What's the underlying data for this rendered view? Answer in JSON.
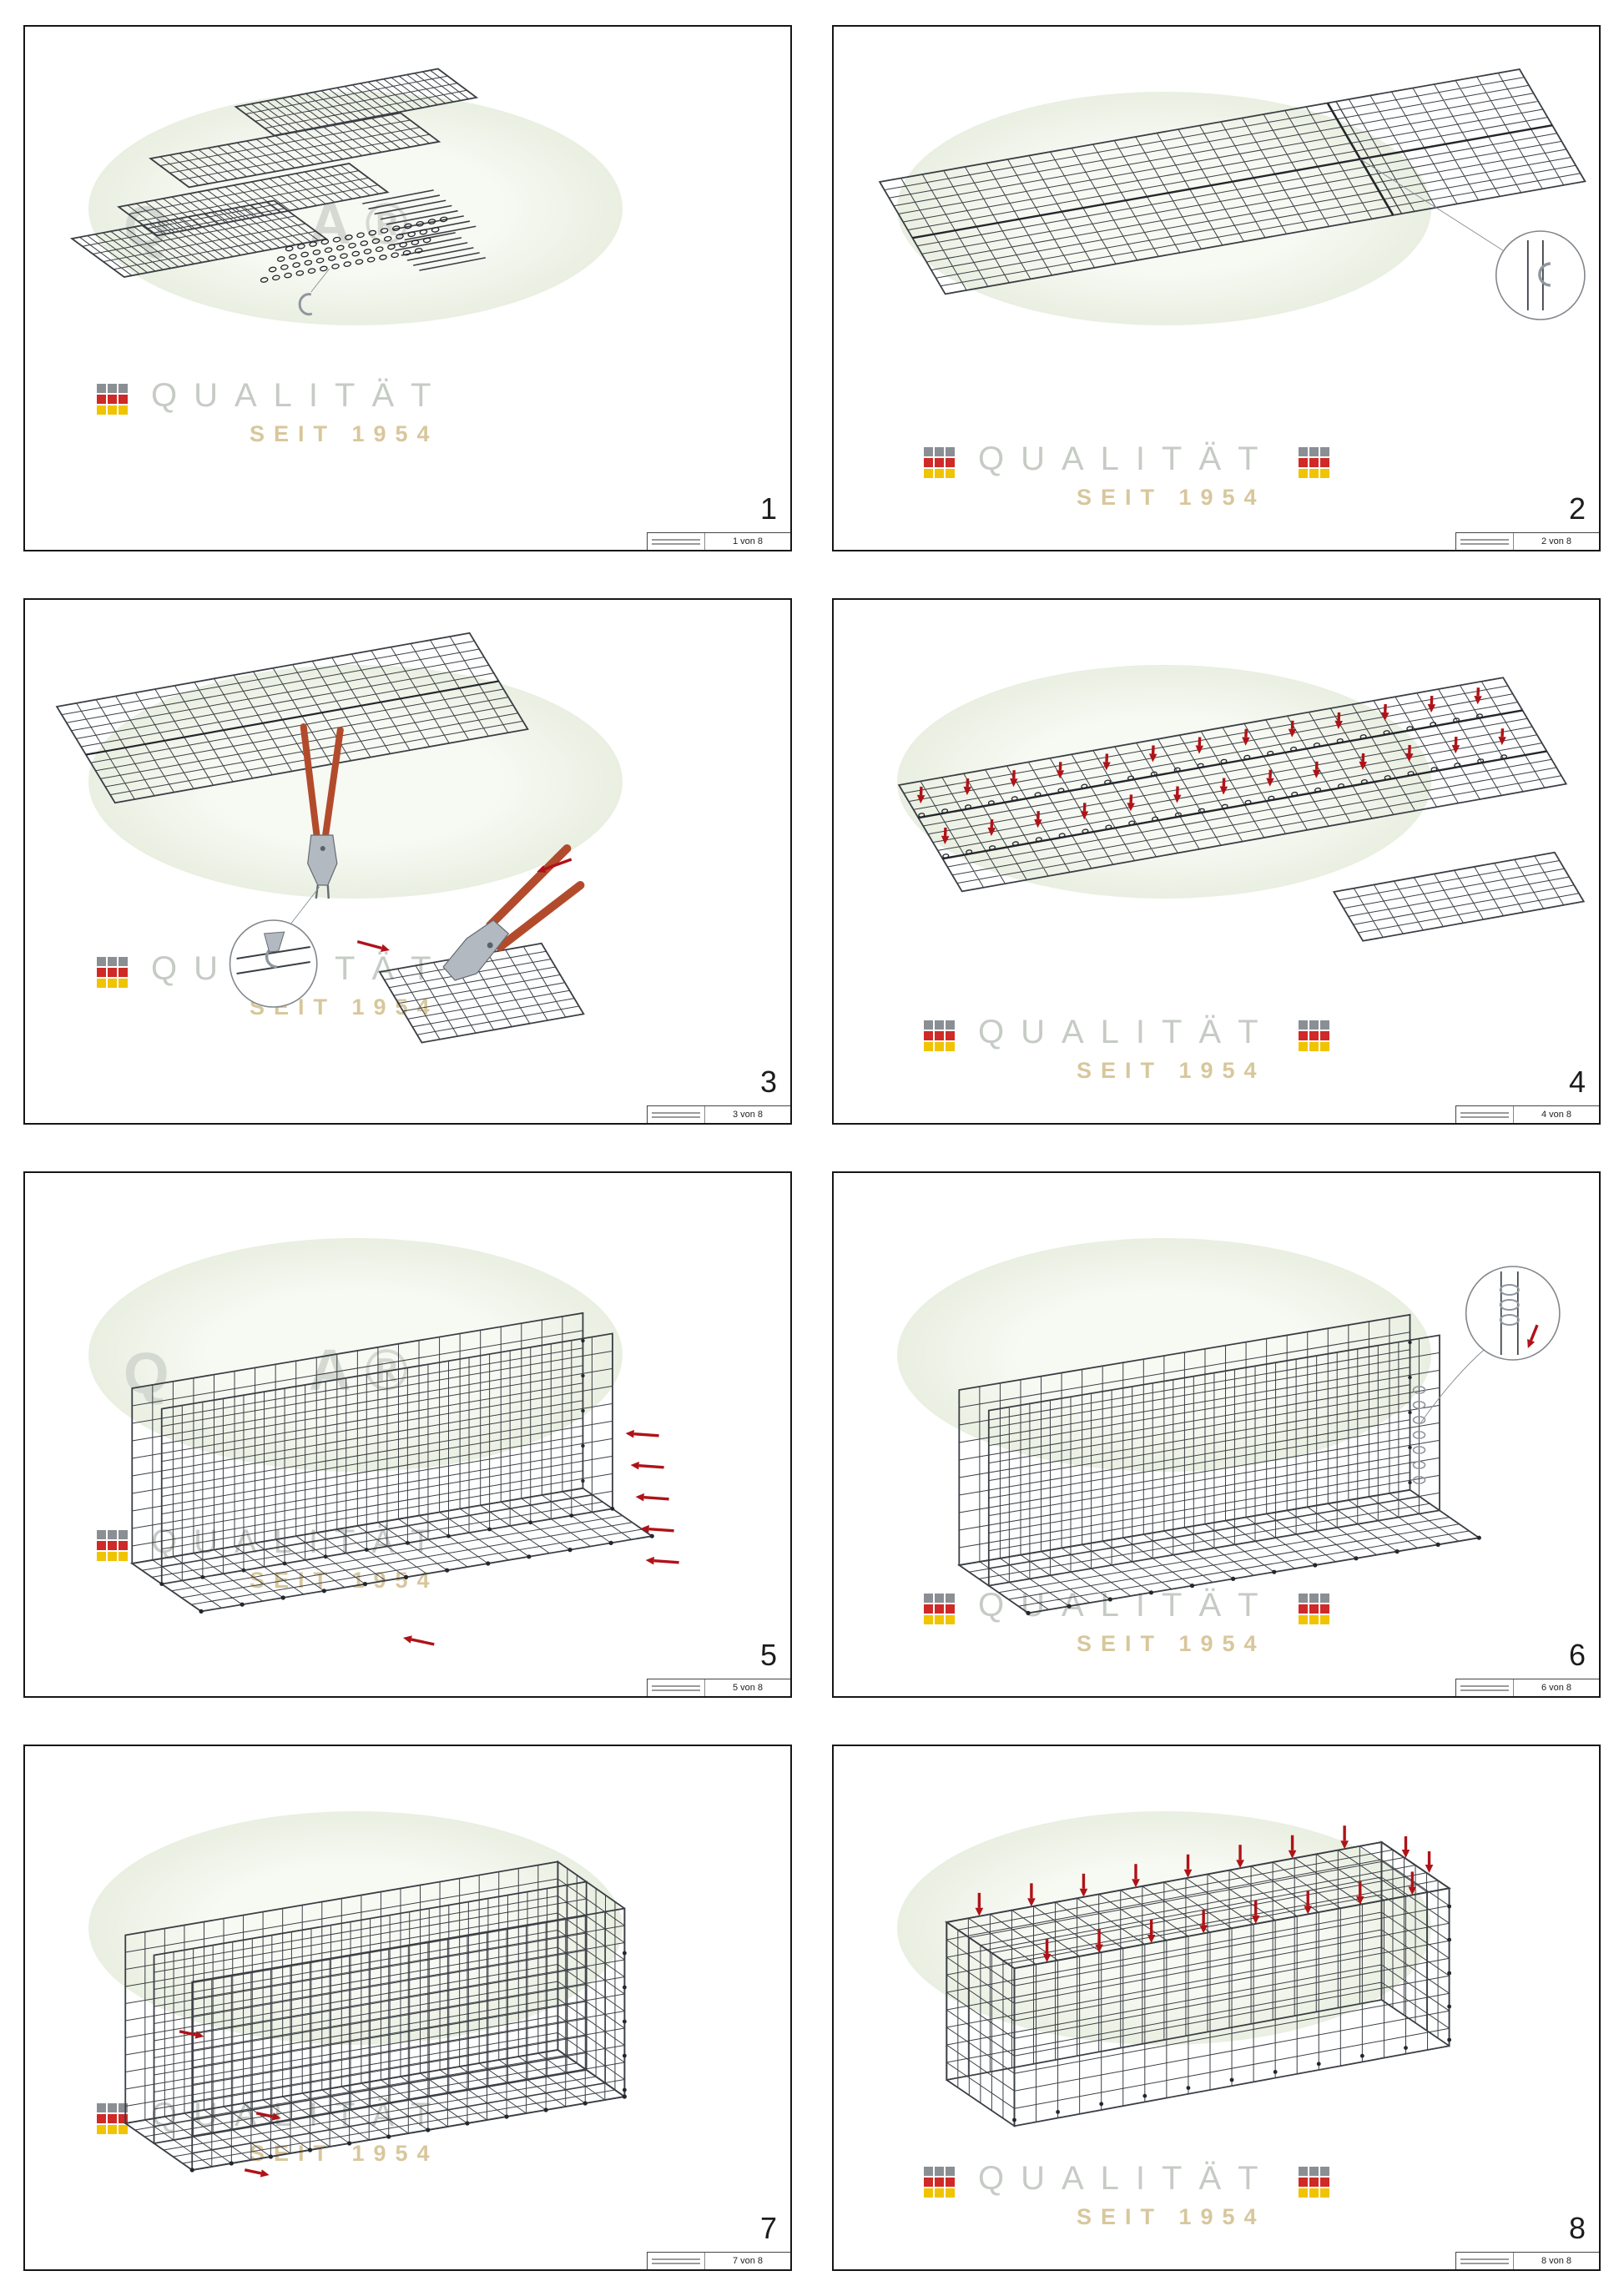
{
  "panels": [
    {
      "number": "1",
      "page_label": "1 von 8"
    },
    {
      "number": "2",
      "page_label": "2 von 8"
    },
    {
      "number": "3",
      "page_label": "3 von 8"
    },
    {
      "number": "4",
      "page_label": "4 von 8"
    },
    {
      "number": "5",
      "page_label": "5 von 8"
    },
    {
      "number": "6",
      "page_label": "6 von 8"
    },
    {
      "number": "7",
      "page_label": "7 von 8"
    },
    {
      "number": "8",
      "page_label": "8 von 8"
    }
  ],
  "watermark": {
    "brand": "QUALITÄT",
    "since": "SEIT 1954",
    "fragment_left": "Q",
    "fragment_right": "A ®"
  },
  "colors": {
    "wire": "#3a3f45",
    "wire_bold": "#23262b",
    "arrow_red": "#b01218",
    "plier_handle": "#b24b2c",
    "steel": "#8f969e",
    "steel_dark": "#666c73",
    "watermark_text": "#c6cbc5",
    "watermark_since": "#d8c79c",
    "watermark_fragment": "#d4dad1",
    "watermark_ellipse_inner": "#f7f9f3",
    "watermark_ellipse_outer": "#e9efe1",
    "seal_gray": "#8a8f94",
    "seal_red": "#cf2a27",
    "seal_yellow": "#f0c400",
    "panel_border": "#161616"
  }
}
